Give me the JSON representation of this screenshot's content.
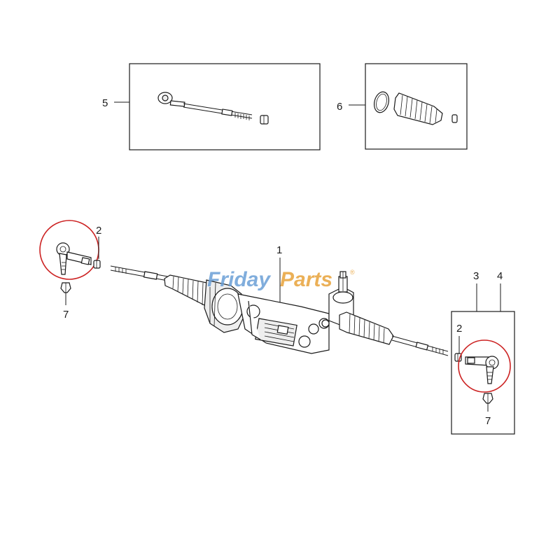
{
  "watermark": {
    "part1": "Friday",
    "part2": "Parts",
    "symbol": "®",
    "color1": "#6a9fd6",
    "color2": "#e8a33a"
  },
  "highlight_color": "#cc2222",
  "callouts": {
    "c1": "1",
    "c2_left": "2",
    "c2_right": "2",
    "c3": "3",
    "c4": "4",
    "c5": "5",
    "c6": "6",
    "c7_left": "7",
    "c7_right": "7"
  },
  "icons": [
    "steering-rack-assembly",
    "inner-tie-rod",
    "bellows-boot-kit",
    "outer-tie-rod-end",
    "jam-nut",
    "castle-nut"
  ]
}
